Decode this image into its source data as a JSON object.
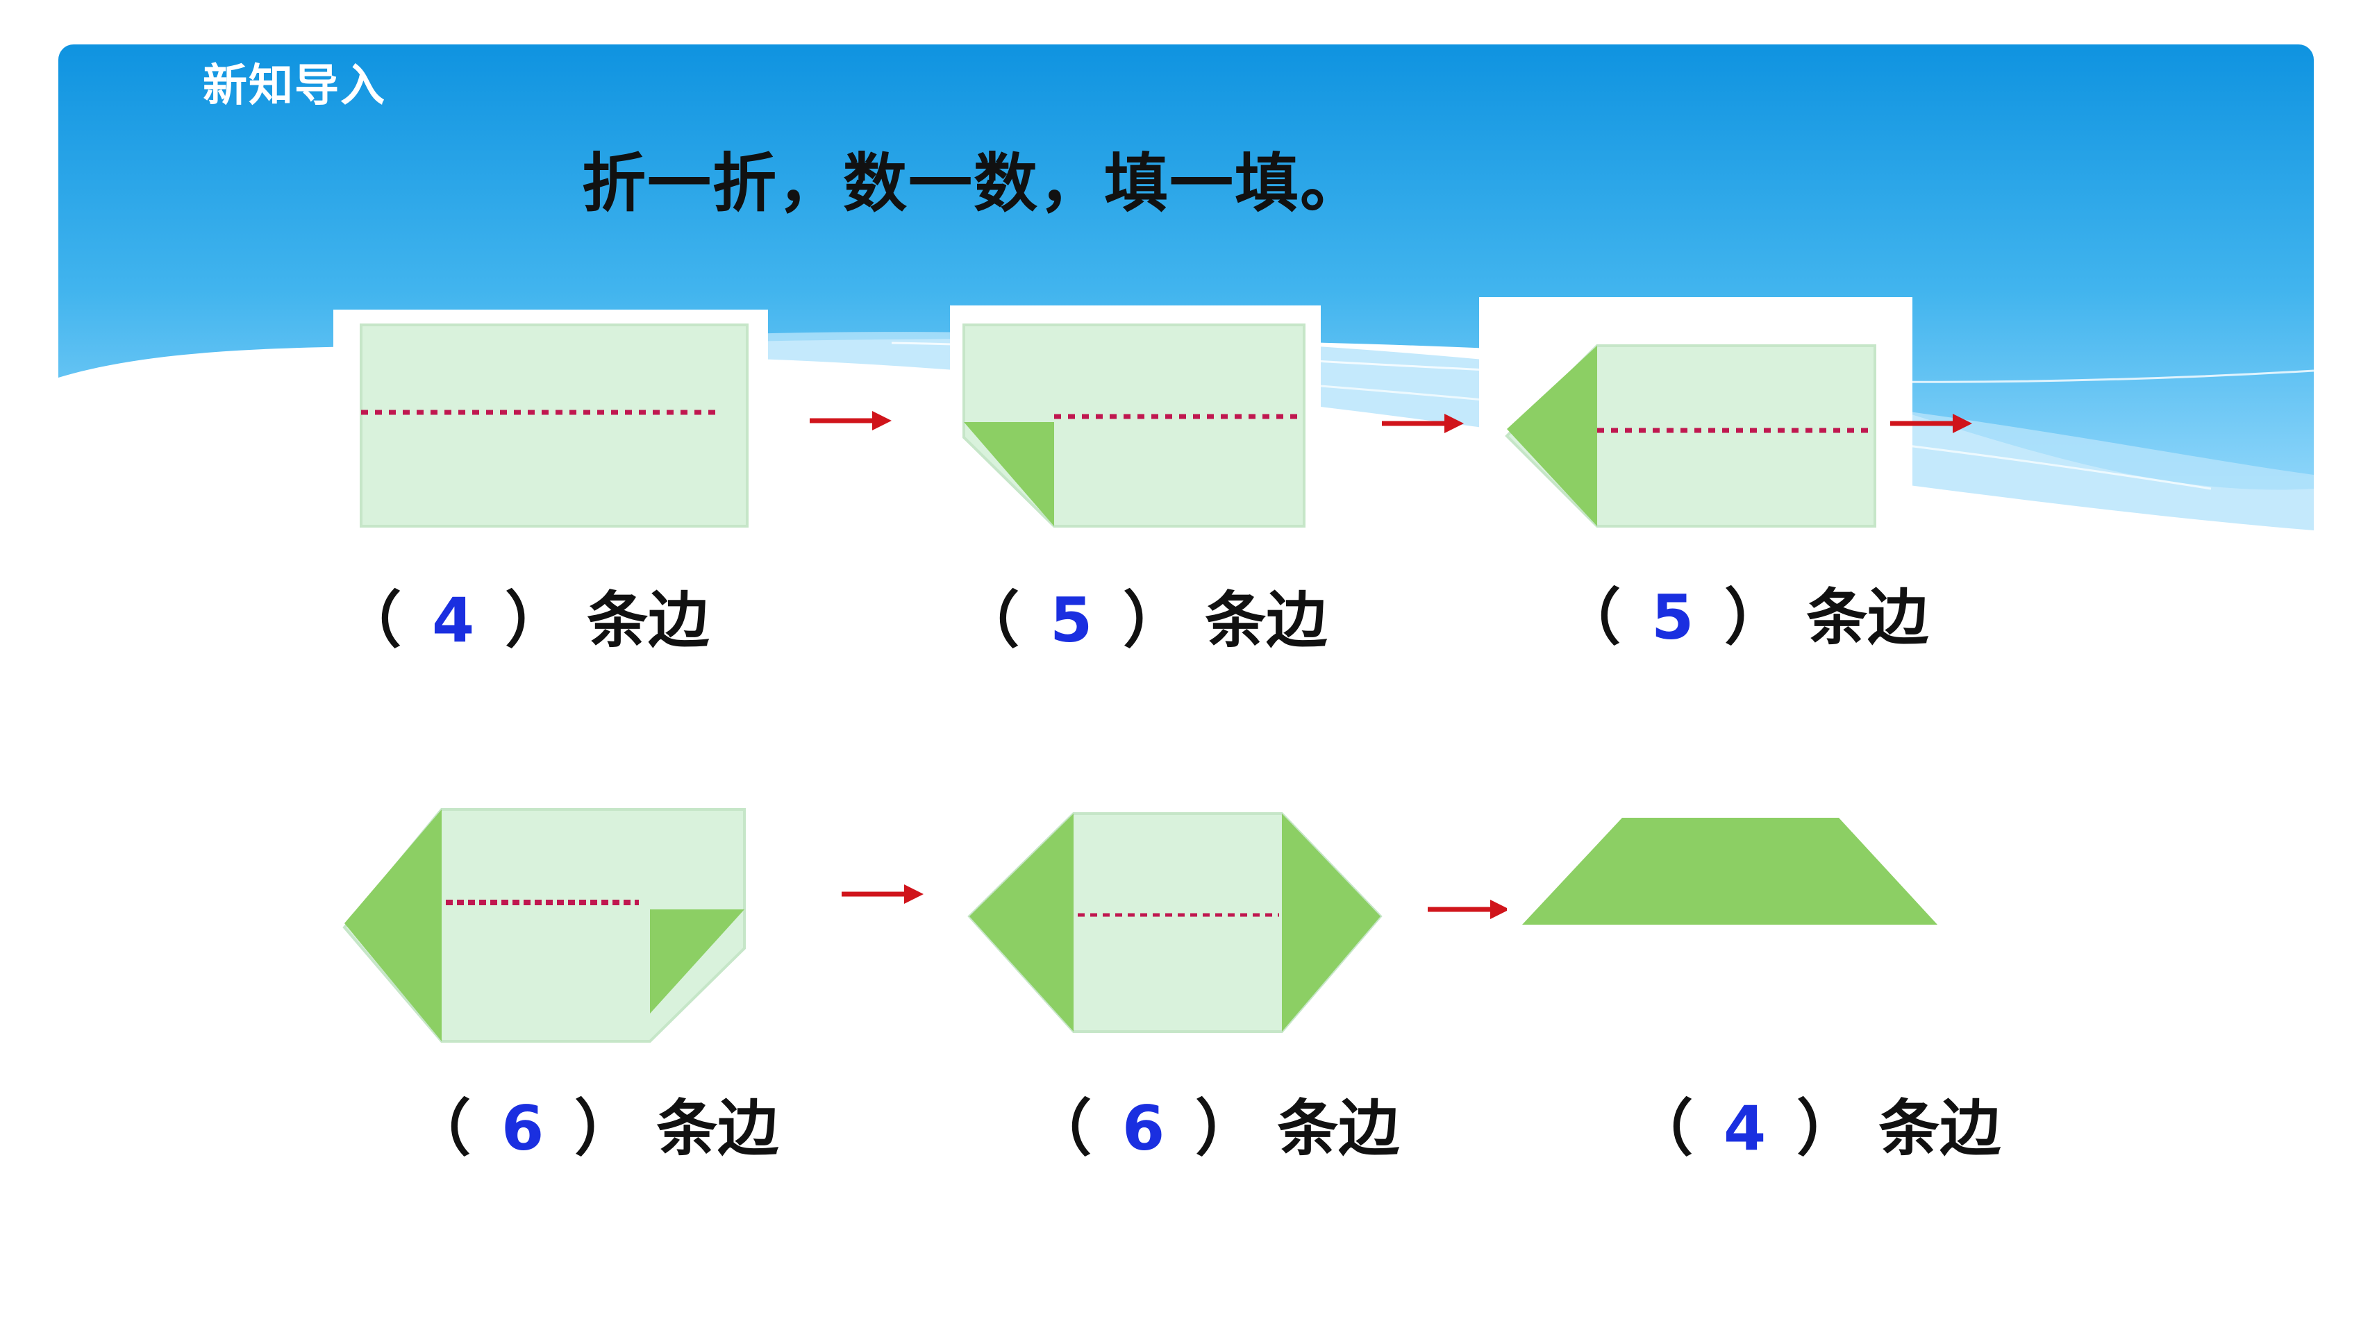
{
  "header": {
    "section_label": "新知导入",
    "instruction": "折一折，数一数，填一填。"
  },
  "captions": [
    {
      "open": "（",
      "answer": "4",
      "close": "）",
      "suffix": "条边"
    },
    {
      "open": "（",
      "answer": "5",
      "close": "）",
      "suffix": "条边"
    },
    {
      "open": "（",
      "answer": "5",
      "close": "）",
      "suffix": "条边"
    },
    {
      "open": "（",
      "answer": "6",
      "close": "）",
      "suffix": "条边"
    },
    {
      "open": "（",
      "answer": "6",
      "close": "）",
      "suffix": "条边"
    },
    {
      "open": "（",
      "answer": "4",
      "close": "）",
      "suffix": "条边"
    }
  ],
  "colors": {
    "header_top": "#0f93e0",
    "header_bottom": "#8fd6fa",
    "paper_light": "#d9f2dc",
    "paper_fold": "#8ccf64",
    "fold_line": "#c0174f",
    "arrow": "#d0141b",
    "answer": "#1a2fe0"
  },
  "icons": [
    "right-arrow-icon"
  ]
}
